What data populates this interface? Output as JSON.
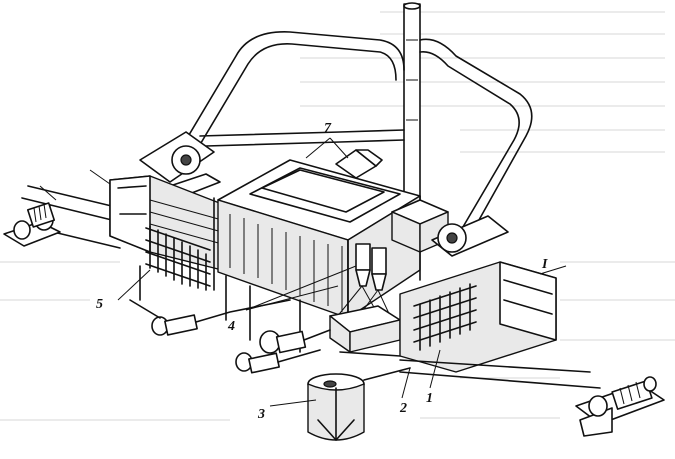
{
  "labels": {
    "roman_one": "I",
    "one": "1",
    "two": "2",
    "three": "3",
    "four": "4",
    "five": "5",
    "seven": "7"
  }
}
